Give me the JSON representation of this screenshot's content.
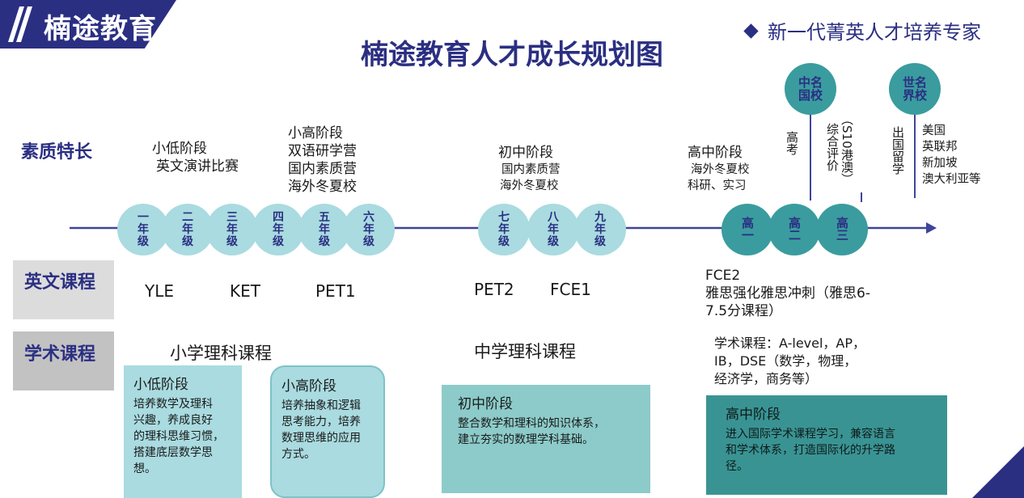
{
  "logo": {
    "text": "楠途教育"
  },
  "title": "楠途教育人才成长规划图",
  "slogan": "新一代菁英人才培养专家",
  "rows": {
    "quality": "素质特长",
    "english": "英文课程",
    "academic": "学术课程"
  },
  "activities": {
    "low": [
      "小低阶段",
      "英文演讲比赛"
    ],
    "high": [
      "小高阶段",
      "双语研学营",
      "国内素质营",
      "海外冬夏校"
    ],
    "middle": [
      "初中阶段",
      "国内素质营",
      "海外冬夏校"
    ],
    "senior": [
      "高中阶段",
      "海外冬夏校",
      "科研、实习"
    ]
  },
  "grades": [
    "一年级",
    "二年级",
    "三年级",
    "四年级",
    "五年级",
    "六年级",
    "七年级",
    "八年级",
    "九年级"
  ],
  "senior_grades": [
    "高一",
    "高二",
    "高三"
  ],
  "destinations": {
    "china": "中名国校",
    "world": "世名界校",
    "gaokao": "高考",
    "s10": "（S10港澳）",
    "s10_2": "综合评价",
    "abroad": "出国留学",
    "countries": [
      "美国",
      "英联邦",
      "新加坡",
      "澳大利亚等"
    ]
  },
  "english_courses": {
    "yle": "YLE",
    "ket": "KET",
    "pet1": "PET1",
    "pet2": "PET2",
    "fce1": "FCE1",
    "senior": [
      "FCE2",
      "雅思强化雅思冲刺（雅思6-",
      "7.5分课程）"
    ]
  },
  "academic": {
    "primary_title": "小学理科课程",
    "middle_title": "中学理科课程",
    "senior_desc": [
      "学术课程：A-level，AP，",
      "IB，DSE（数学，物理，",
      "经济学，商务等）"
    ],
    "boxes": [
      {
        "title": "小低阶段",
        "lines": [
          "培养数学及理科",
          "兴趣，养成良好",
          "的理科思维习惯，",
          "搭建底层数学思",
          "想。"
        ]
      },
      {
        "title": "小高阶段",
        "lines": [
          "培养抽象和逻辑",
          "思考能力，培养",
          "数理思维的应用",
          "方式。"
        ]
      },
      {
        "title": "初中阶段",
        "lines": [
          "整合数学和理科的知识体系，",
          "建立夯实的数理学科基础。"
        ]
      },
      {
        "title": "高中阶段",
        "lines": [
          "进入国际学术课程学习，兼容语言",
          "和学术体系，打造国际化的升学路",
          "径。"
        ]
      }
    ]
  },
  "colors": {
    "navy": "#2b2f82",
    "light_teal": "#a9dbe0",
    "teal": "#3a9c9e",
    "box_light": "#a9dbe0",
    "box_mid": "#8ccbc9",
    "box_dark": "#3a9393"
  }
}
